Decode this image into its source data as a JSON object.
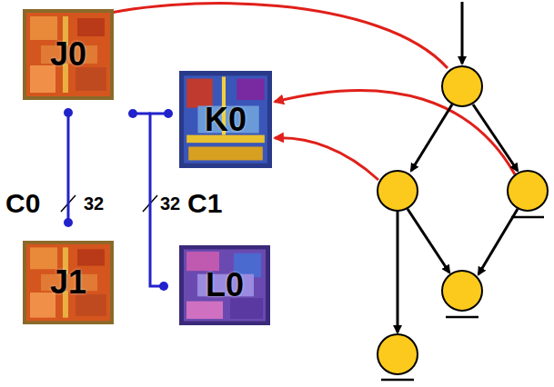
{
  "diagram": {
    "nodes": [
      {
        "text": [
          "J0"
        ]
      },
      {
        "text": [
          "K0"
        ]
      },
      {
        "text": [
          "J1"
        ]
      },
      {
        "text": [
          "L0"
        ]
      }
    ],
    "edges": [
      {
        "from": 0,
        "to": 2,
        "arrow": "none"
      },
      {
        "from": 1,
        "to": 3,
        "arrow": "none"
      }
    ],
    "labels": [
      "C0",
      "32",
      "32",
      "C1"
    ]
  }
}
